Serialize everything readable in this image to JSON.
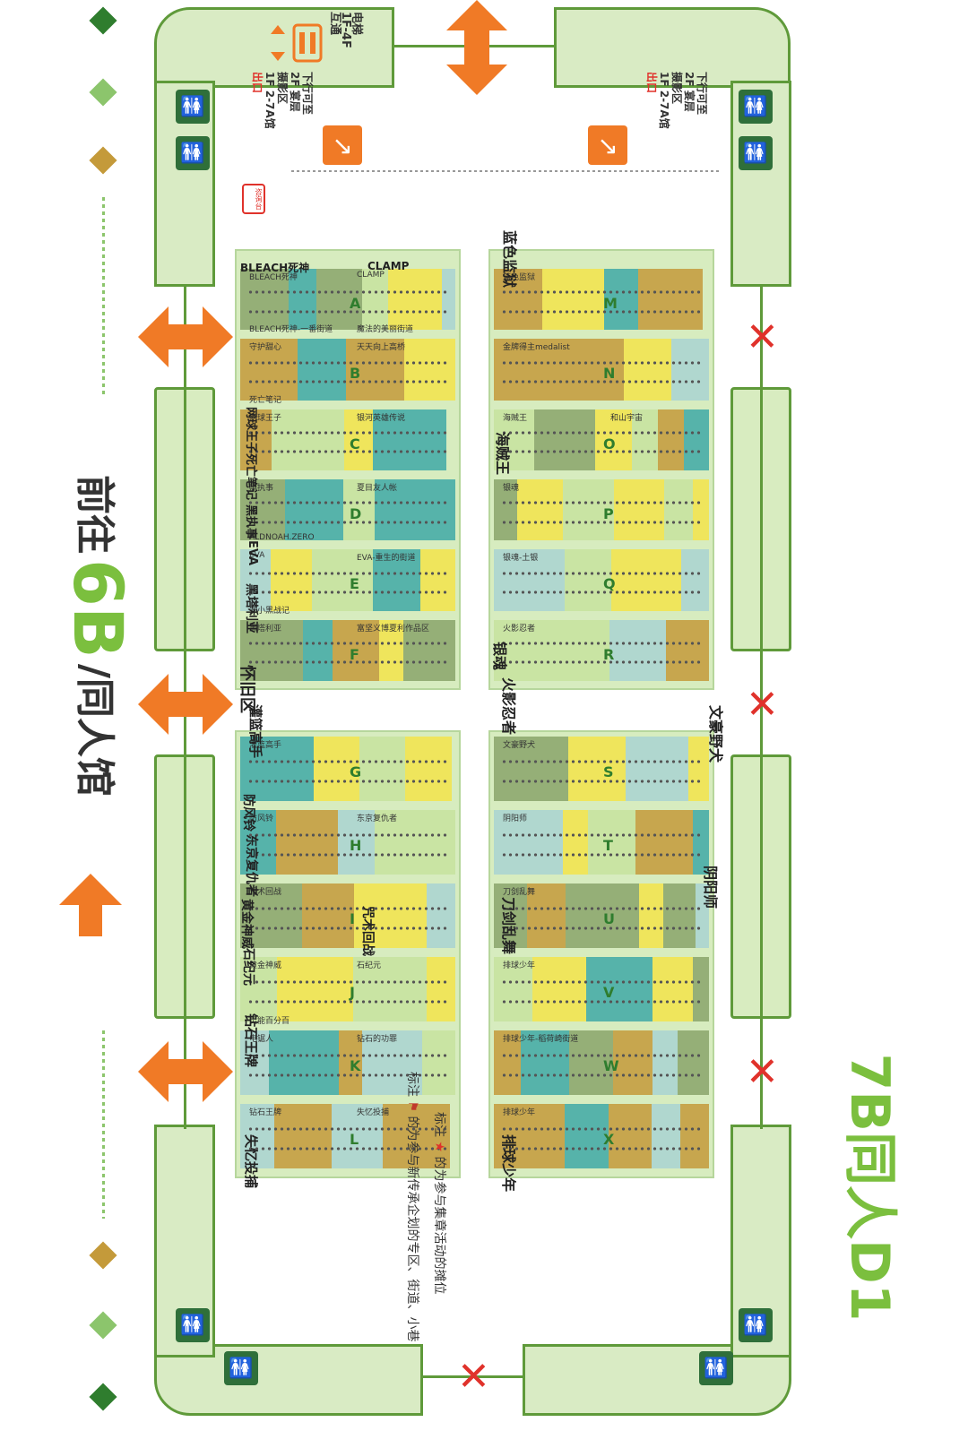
{
  "header": {
    "direction_arrow": "up-arrow-icon",
    "goto_prefix": "前往",
    "goto_hall": "6B",
    "goto_suffix": "/同人馆"
  },
  "hall_name": "7B同人D1",
  "elevator": {
    "text_a": "电梯",
    "text_b": "1F-4F",
    "text_c": "互通"
  },
  "escalator_left": {
    "line1": "下行可至",
    "line2": "2F 宴层",
    "line3": "摄影区",
    "line4": "1F 2-7A馆",
    "line5": "出口"
  },
  "escalator_right": {
    "line1": "下行可至",
    "line2": "2F 宴层",
    "line3": "摄影区",
    "line4": "1F 2-7A馆",
    "line5": "出口"
  },
  "help_desk": "咨询台",
  "legend": {
    "star_prefix": "标注",
    "star_suffix": "的为参与集章活动的摊位",
    "flag_prefix": "标注",
    "flag_suffix": "的为参与新传承企划的专区、街道、小巷"
  },
  "zones_left": [
    {
      "row": "A",
      "labels": [
        "BLEACH死神",
        "CLAMP",
        "BLEACH死神-一番街道",
        "魔法的美丽街道"
      ]
    },
    {
      "row": "B",
      "labels": [
        "守护甜心",
        "天天向上高桥",
        "死亡笔记"
      ]
    },
    {
      "row": "C",
      "labels": [
        "网球王子",
        "银河英雄传说"
      ]
    },
    {
      "row": "D",
      "labels": [
        "黑执事",
        "夏目友人帐",
        "ALDNOAH.ZERO"
      ]
    },
    {
      "row": "E",
      "labels": [
        "EVA",
        "EVA-重生的街道",
        "罗小黑战记"
      ]
    },
    {
      "row": "F",
      "labels": [
        "黑塔利亚",
        "富坚义博夏利作品区"
      ]
    },
    {
      "row": "G",
      "labels": [
        "灌篮高手"
      ]
    },
    {
      "row": "H",
      "labels": [
        "防风铃",
        "东京复仇者"
      ]
    },
    {
      "row": "I",
      "labels": [
        "咒术回战"
      ]
    },
    {
      "row": "J",
      "labels": [
        "黄金神威",
        "石纪元",
        "灵能百分百"
      ]
    },
    {
      "row": "K",
      "labels": [
        "电锯人",
        "钻石的功罪"
      ]
    },
    {
      "row": "L",
      "labels": [
        "钻石王牌",
        "失忆投捕"
      ]
    }
  ],
  "zones_right": [
    {
      "row": "M",
      "labels": [
        "蓝色监狱"
      ]
    },
    {
      "row": "N",
      "labels": [
        "金牌得主medalist"
      ]
    },
    {
      "row": "O",
      "labels": [
        "海贼王",
        "和山宇宙"
      ]
    },
    {
      "row": "P",
      "labels": [
        "银魂"
      ]
    },
    {
      "row": "Q",
      "labels": [
        "银魂-土银"
      ]
    },
    {
      "row": "R",
      "labels": [
        "火影忍者"
      ]
    },
    {
      "row": "S",
      "labels": [
        "文豪野犬"
      ]
    },
    {
      "row": "T",
      "labels": [
        "阴阳师"
      ]
    },
    {
      "row": "U",
      "labels": [
        "刀剑乱舞"
      ]
    },
    {
      "row": "V",
      "labels": [
        "排球少年"
      ]
    },
    {
      "row": "W",
      "labels": [
        "排球少年-稻荷崎街道"
      ]
    },
    {
      "row": "X",
      "labels": [
        "排球少年"
      ]
    }
  ],
  "section_titles": {
    "nostalgia": "怀旧区",
    "bleach": "BLEACH死神",
    "clamp": "CLAMP",
    "blue_lock": "蓝色监狱",
    "one_piece": "海贼王",
    "gintama": "银魂",
    "naruto": "火影忍者",
    "bungo": "文豪野犬",
    "onmyoji": "阴阳师",
    "touken": "刀剑乱舞",
    "haikyu": "排球少年",
    "slamdunk": "灌篮高手",
    "windbreaker": "防风铃",
    "tokyo_rev": "东京复仇者",
    "jjk": "咒术回战",
    "golden": "黄金神威",
    "drstone": "石纪元",
    "diamond_ace": "钻石王牌",
    "mnemonic": "失忆投捕",
    "hetalia": "黑塔利亚",
    "eva": "EVA",
    "kuroshitsuji": "黑执事",
    "deathnote": "死亡笔记",
    "tennis": "网球王子"
  },
  "colors": {
    "wall": "#5f9a3a",
    "floor": "#d9ebc4",
    "arrow": "#f07a26",
    "hall_green": "#7bbf3e",
    "booth_yellow": "#f3e44a",
    "booth_teal": "#3fa9a6",
    "booth_olive": "#c49a3a",
    "booth_green": "#8aa56a",
    "x_red": "#e0322b"
  }
}
